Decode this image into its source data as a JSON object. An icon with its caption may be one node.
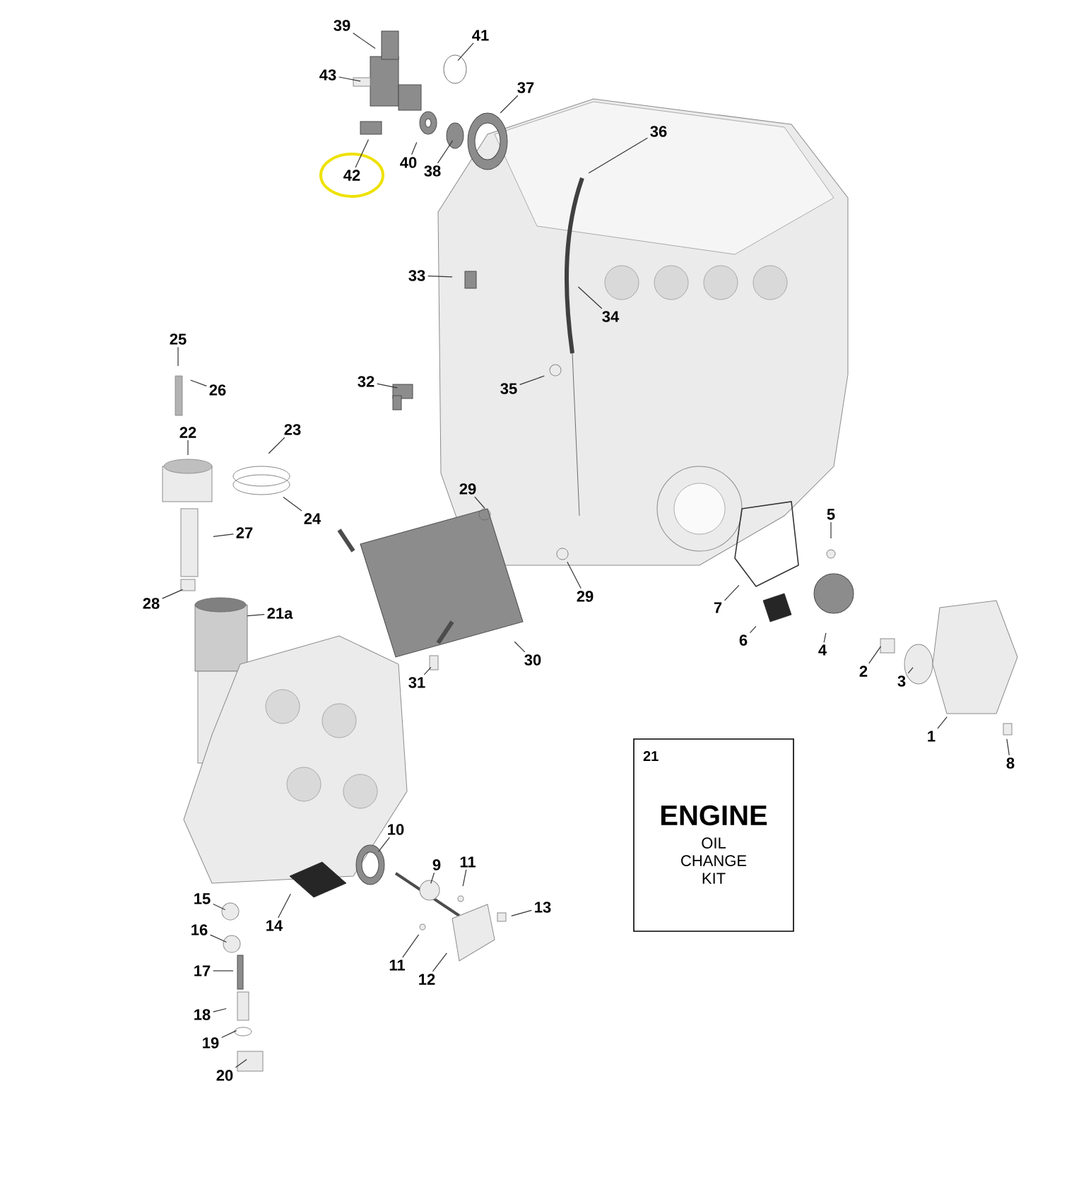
{
  "diagram": {
    "nodes": [
      {
        "text": [
          "39"
        ]
      },
      {
        "text": [
          "41"
        ]
      },
      {
        "text": [
          "43"
        ]
      },
      {
        "text": [
          "37"
        ]
      },
      {
        "text": [
          "36"
        ]
      },
      {
        "text": [
          "40"
        ]
      },
      {
        "text": [
          "38"
        ]
      },
      {
        "text": [
          "42"
        ]
      },
      {
        "text": [
          "33"
        ]
      },
      {
        "text": [
          "34"
        ]
      },
      {
        "text": [
          "25"
        ]
      },
      {
        "text": [
          "26"
        ]
      },
      {
        "text": [
          "32"
        ]
      },
      {
        "text": [
          "35"
        ]
      },
      {
        "text": [
          "22"
        ]
      },
      {
        "text": [
          "23"
        ]
      },
      {
        "text": [
          "24"
        ]
      },
      {
        "text": [
          "29"
        ]
      },
      {
        "text": [
          "27"
        ]
      },
      {
        "text": [
          "5"
        ]
      },
      {
        "text": [
          "28"
        ]
      },
      {
        "text": [
          "29"
        ]
      },
      {
        "text": [
          "21a"
        ]
      },
      {
        "text": [
          "7"
        ]
      },
      {
        "text": [
          "6"
        ]
      },
      {
        "text": [
          "4"
        ]
      },
      {
        "text": [
          "2"
        ]
      },
      {
        "text": [
          "3"
        ]
      },
      {
        "text": [
          "30"
        ]
      },
      {
        "text": [
          "31"
        ]
      },
      {
        "text": [
          "1"
        ]
      },
      {
        "text": [
          "8"
        ]
      },
      {
        "text": [
          "10"
        ]
      },
      {
        "text": [
          "9"
        ]
      },
      {
        "text": [
          "11"
        ]
      },
      {
        "text": [
          "11"
        ]
      },
      {
        "text": [
          "13"
        ]
      },
      {
        "text": [
          "15"
        ]
      },
      {
        "text": [
          "14"
        ]
      },
      {
        "text": [
          "16"
        ]
      },
      {
        "text": [
          "12"
        ]
      },
      {
        "text": [
          "17"
        ]
      },
      {
        "text": [
          "18"
        ]
      },
      {
        "text": [
          "19"
        ]
      },
      {
        "text": [
          "20"
        ]
      },
      {
        "text": [
          "21",
          "ENGINE",
          "OIL CHANGE KIT"
        ]
      }
    ],
    "edges": [
      {
        "from": 0,
        "to": null,
        "arrow": "none"
      },
      {
        "from": 1,
        "to": null,
        "arrow": "none"
      },
      {
        "from": 2,
        "to": null,
        "arrow": "none"
      },
      {
        "from": 3,
        "to": null,
        "arrow": "none"
      },
      {
        "from": 4,
        "to": null,
        "arrow": "none"
      },
      {
        "from": 5,
        "to": null,
        "arrow": "none"
      },
      {
        "from": 6,
        "to": null,
        "arrow": "none"
      },
      {
        "from": 7,
        "to": null,
        "arrow": "none"
      },
      {
        "from": 8,
        "to": null,
        "arrow": "none"
      },
      {
        "from": 9,
        "to": null,
        "arrow": "none"
      },
      {
        "from": 10,
        "to": null,
        "arrow": "none"
      },
      {
        "from": 11,
        "to": null,
        "arrow": "none"
      },
      {
        "from": 12,
        "to": null,
        "arrow": "none"
      },
      {
        "from": 13,
        "to": null,
        "arrow": "none"
      },
      {
        "from": 14,
        "to": null,
        "arrow": "none"
      },
      {
        "from": 15,
        "to": null,
        "arrow": "none"
      },
      {
        "from": 16,
        "to": null,
        "arrow": "none"
      },
      {
        "from": 17,
        "to": null,
        "arrow": "none"
      },
      {
        "from": 18,
        "to": null,
        "arrow": "none"
      },
      {
        "from": 19,
        "to": null,
        "arrow": "none"
      },
      {
        "from": 20,
        "to": null,
        "arrow": "none"
      },
      {
        "from": 21,
        "to": null,
        "arrow": "none"
      },
      {
        "from": 22,
        "to": null,
        "arrow": "none"
      },
      {
        "from": 23,
        "to": null,
        "arrow": "none"
      },
      {
        "from": 24,
        "to": null,
        "arrow": "none"
      },
      {
        "from": 25,
        "to": null,
        "arrow": "none"
      },
      {
        "from": 26,
        "to": null,
        "arrow": "none"
      },
      {
        "from": 27,
        "to": null,
        "arrow": "none"
      },
      {
        "from": 28,
        "to": null,
        "arrow": "none"
      },
      {
        "from": 29,
        "to": null,
        "arrow": "none"
      },
      {
        "from": 30,
        "to": null,
        "arrow": "none"
      },
      {
        "from": 31,
        "to": null,
        "arrow": "none"
      },
      {
        "from": 32,
        "to": null,
        "arrow": "none"
      },
      {
        "from": 33,
        "to": null,
        "arrow": "none"
      },
      {
        "from": 34,
        "to": null,
        "arrow": "none"
      },
      {
        "from": 35,
        "to": null,
        "arrow": "none"
      },
      {
        "from": 36,
        "to": null,
        "arrow": "none"
      },
      {
        "from": 37,
        "to": null,
        "arrow": "none"
      },
      {
        "from": 38,
        "to": null,
        "arrow": "none"
      },
      {
        "from": 39,
        "to": null,
        "arrow": "none"
      },
      {
        "from": 40,
        "to": null,
        "arrow": "none"
      },
      {
        "from": 41,
        "to": null,
        "arrow": "none"
      },
      {
        "from": 42,
        "to": null,
        "arrow": "none"
      },
      {
        "from": 43,
        "to": null,
        "arrow": "none"
      },
      {
        "from": 44,
        "to": null,
        "arrow": "none"
      }
    ]
  }
}
